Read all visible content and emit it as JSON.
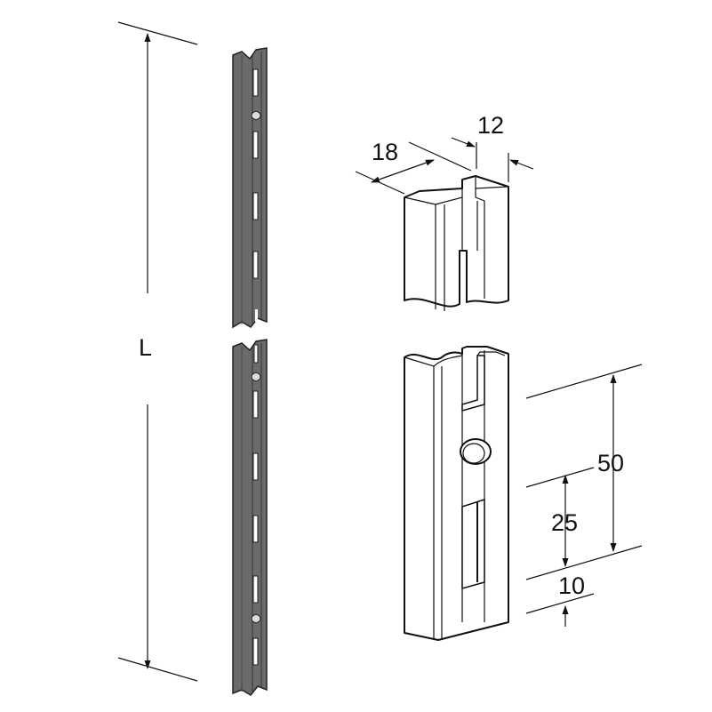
{
  "drawing": {
    "length_label": "L",
    "cap_width_label": "18",
    "cap_depth_label": "12",
    "slot_pitch_label": "50",
    "hole_offset_label": "25",
    "bottom_offset_label": "10"
  },
  "colors": {
    "rail_fill": "#6b6b6b",
    "line": "#111111",
    "background": "#ffffff"
  }
}
